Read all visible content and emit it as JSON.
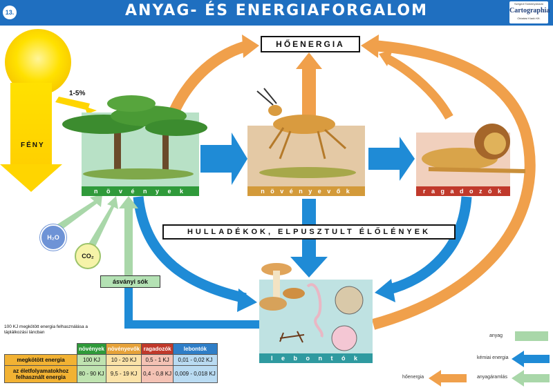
{
  "header": {
    "page_number": "13.",
    "title": "ANYAG- ÉS ENERGIAFORGALOM",
    "logo_top": "Szégedi Tankönyvkiadó",
    "logo_main": "Cartographia",
    "logo_sub": "Oktatási Kiadó Kft."
  },
  "labels": {
    "heat_energy": "HŐENERGIA",
    "waste": "HULLADÉKOK, ELPUSZTULT ÉLŐLÉNYEK",
    "sunlight_percent": "1-5%",
    "light": "FÉNY",
    "h2o": "H₂O",
    "co2": "CO₂",
    "minerals": "ásványi sók"
  },
  "nodes": {
    "plants": "n ö v é n y e k",
    "herbivores": "n ö v é n y e v ő k",
    "carnivores": "r a g a d o z ó k",
    "decomposers": "l e b o n t ó k"
  },
  "energy_table": {
    "title": "100 KJ megkötött energia felhasználása a táplálkozási láncban",
    "columns": [
      "növények",
      "növényevők",
      "ragadozók",
      "lebontók"
    ],
    "column_colors": [
      "#2f9a3a",
      "#e6a23a",
      "#c0392b",
      "#2f7ec7"
    ],
    "cell_colors": [
      "#bfe3b0",
      "#fbe2a8",
      "#f4c2b4",
      "#b9dbf2"
    ],
    "rows": [
      {
        "label": "megkötött energia",
        "values": [
          "100 KJ",
          "10 - 20 KJ",
          "0,5 - 1 KJ",
          "0,01 - 0,02 KJ"
        ]
      },
      {
        "label": "az életfolyamatokhoz felhasznált energia",
        "values": [
          "80 - 90 KJ",
          "9,5 - 19 KJ",
          "0,4 - 0,8 KJ",
          "0,009 - 0,018 KJ"
        ]
      }
    ]
  },
  "legend": {
    "matter": "anyag",
    "chemical_energy": "kémiai energia",
    "heat_energy": "hőenergia",
    "matter_flow": "anyagáramlás"
  },
  "colors": {
    "header": "#1f6fc0",
    "heat_arrow": "#f0a04b",
    "chemical_arrow": "#1f8bd6",
    "matter_arrow": "#a9d7a9",
    "sun": "#ffd500",
    "plants": "#2f9a3a",
    "herbivores": "#d39a3a",
    "carnivores": "#c0392b",
    "decomposers": "#2f9aa0"
  }
}
